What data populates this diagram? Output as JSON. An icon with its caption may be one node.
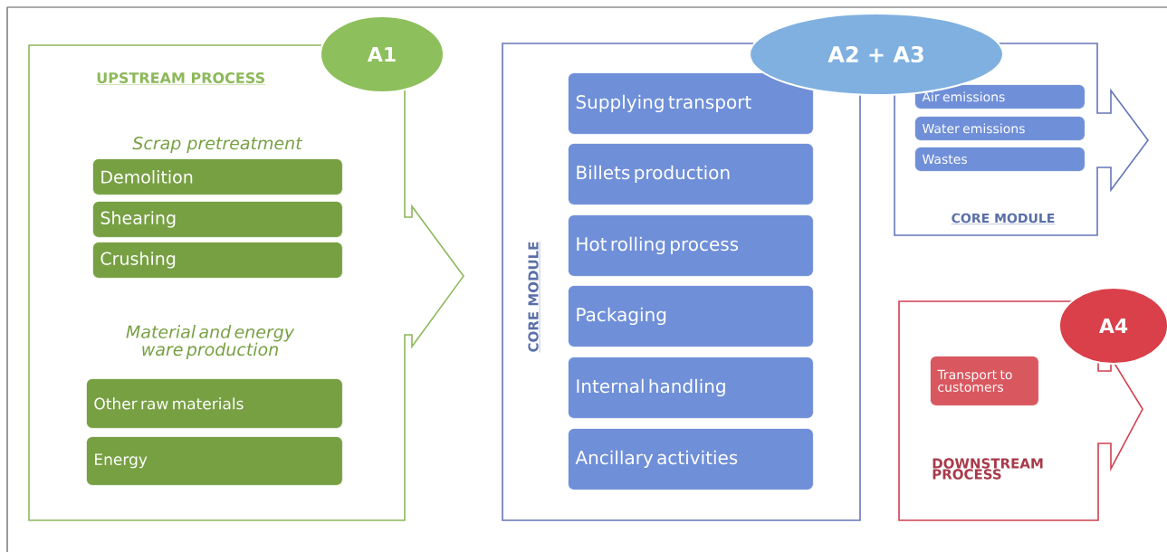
{
  "diagram": {
    "nodes": [
      {
        "text": [
          "UPSTREAM PROCESS",
          "Scrap pretreatment",
          "Material and energy ware production"
        ]
      },
      {
        "text": [
          "A1"
        ]
      },
      {
        "text": [
          "Demolition"
        ],
        "in": 0
      },
      {
        "text": [
          "Shearing"
        ],
        "in": 0
      },
      {
        "text": [
          "Crushing"
        ],
        "in": 0
      },
      {
        "text": [
          "Other raw materials"
        ],
        "in": 0
      },
      {
        "text": [
          "Energy"
        ],
        "in": 0
      },
      {
        "text": [
          "CORE MODULE"
        ]
      },
      {
        "text": [
          "A2 + A3"
        ]
      },
      {
        "text": [
          "Supplying transport"
        ],
        "in": 7
      },
      {
        "text": [
          "Billets production"
        ],
        "in": 7
      },
      {
        "text": [
          "Hot rolling process"
        ],
        "in": 7
      },
      {
        "text": [
          "Packaging"
        ],
        "in": 7
      },
      {
        "text": [
          "Internal handling"
        ],
        "in": 7
      },
      {
        "text": [
          "Ancillary activities"
        ],
        "in": 7
      },
      {
        "text": [
          "CORE MODULE"
        ]
      },
      {
        "text": [
          "Air emissions"
        ],
        "in": 15
      },
      {
        "text": [
          "Water emissions"
        ],
        "in": 15
      },
      {
        "text": [
          "Wastes"
        ],
        "in": 15
      },
      {
        "text": [
          "DOWNSTREAM PROCESS"
        ]
      },
      {
        "text": [
          "A4"
        ]
      },
      {
        "text": [
          "Transport to customers"
        ],
        "in": 19
      }
    ]
  }
}
